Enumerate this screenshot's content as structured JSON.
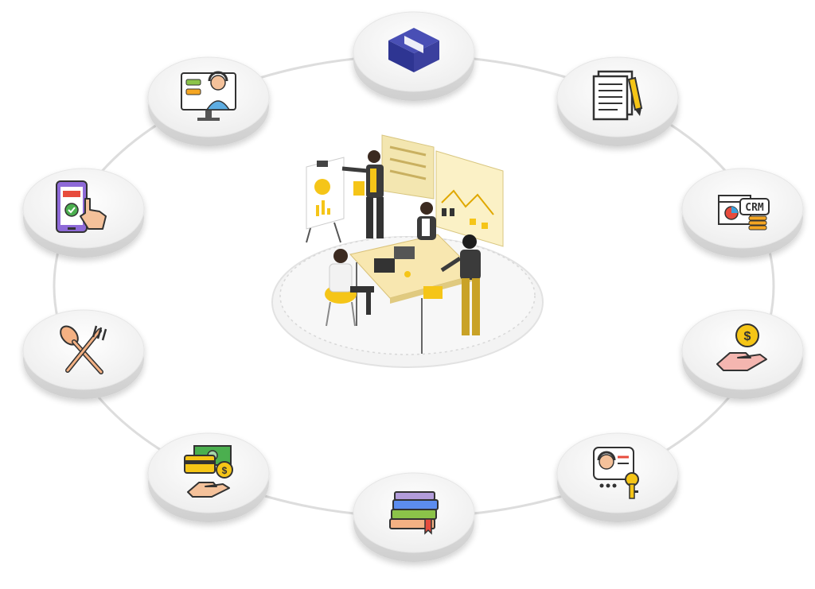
{
  "diagram": {
    "center": {
      "icon": "team-meeting-illustration",
      "colors": {
        "accent": "#f5c518",
        "dark": "#3b3b3b",
        "table": "#f8e7b0"
      }
    },
    "nodes": [
      {
        "id": "box",
        "icon": "box-icon",
        "color": "#3a3f9e"
      },
      {
        "id": "document",
        "icon": "document-pencil-icon",
        "color": "#ffffff"
      },
      {
        "id": "crm",
        "icon": "crm-dashboard-icon",
        "label": "CRM",
        "color": "#f5a623"
      },
      {
        "id": "payment",
        "icon": "hand-coin-icon",
        "color": "#f5c518"
      },
      {
        "id": "access",
        "icon": "user-key-icon",
        "color": "#f5c518"
      },
      {
        "id": "education",
        "icon": "books-icon",
        "color": "#5b8def"
      },
      {
        "id": "finance",
        "icon": "cash-card-hand-icon",
        "color": "#4caf50"
      },
      {
        "id": "restaurant",
        "icon": "spoon-fork-icon",
        "color": "#f4b183"
      },
      {
        "id": "mobile",
        "icon": "mobile-tap-icon",
        "color": "#8e6ad8"
      },
      {
        "id": "support",
        "icon": "customer-support-icon",
        "color": "#5dade2"
      }
    ]
  }
}
